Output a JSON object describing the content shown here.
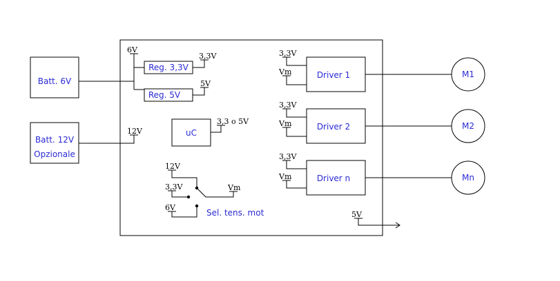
{
  "colors": {
    "block_text": "#2a2ad4",
    "line": "#000000",
    "background": "#ffffff"
  },
  "blocks": {
    "batt6": "Batt. 6V",
    "batt12_line1": "Batt. 12V",
    "batt12_line2": "Opzionale",
    "reg33": "Reg. 3,3V",
    "reg5": "Reg. 5V",
    "uc": "uC",
    "selector": "Sel. tens. mot",
    "driver1": "Driver 1",
    "driver2": "Driver 2",
    "drivern": "Driver n",
    "motor1": "M1",
    "motor2": "M2",
    "motorn": "Mn"
  },
  "rails": {
    "v6_in": "6V",
    "v12_in": "12V",
    "reg33_out": "3,3V",
    "reg5_out": "5V",
    "uc_supply": "3,3 o 5V",
    "sel_12": "12V",
    "sel_33": "3,3V",
    "sel_6": "6V",
    "sel_out": "Vm",
    "drv1_logic": "3,3V",
    "drv1_motor": "Vm",
    "drv2_logic": "3,3V",
    "drv2_motor": "Vm",
    "drvn_logic": "3,3V",
    "drvn_motor": "Vm",
    "out_5v": "5V"
  }
}
